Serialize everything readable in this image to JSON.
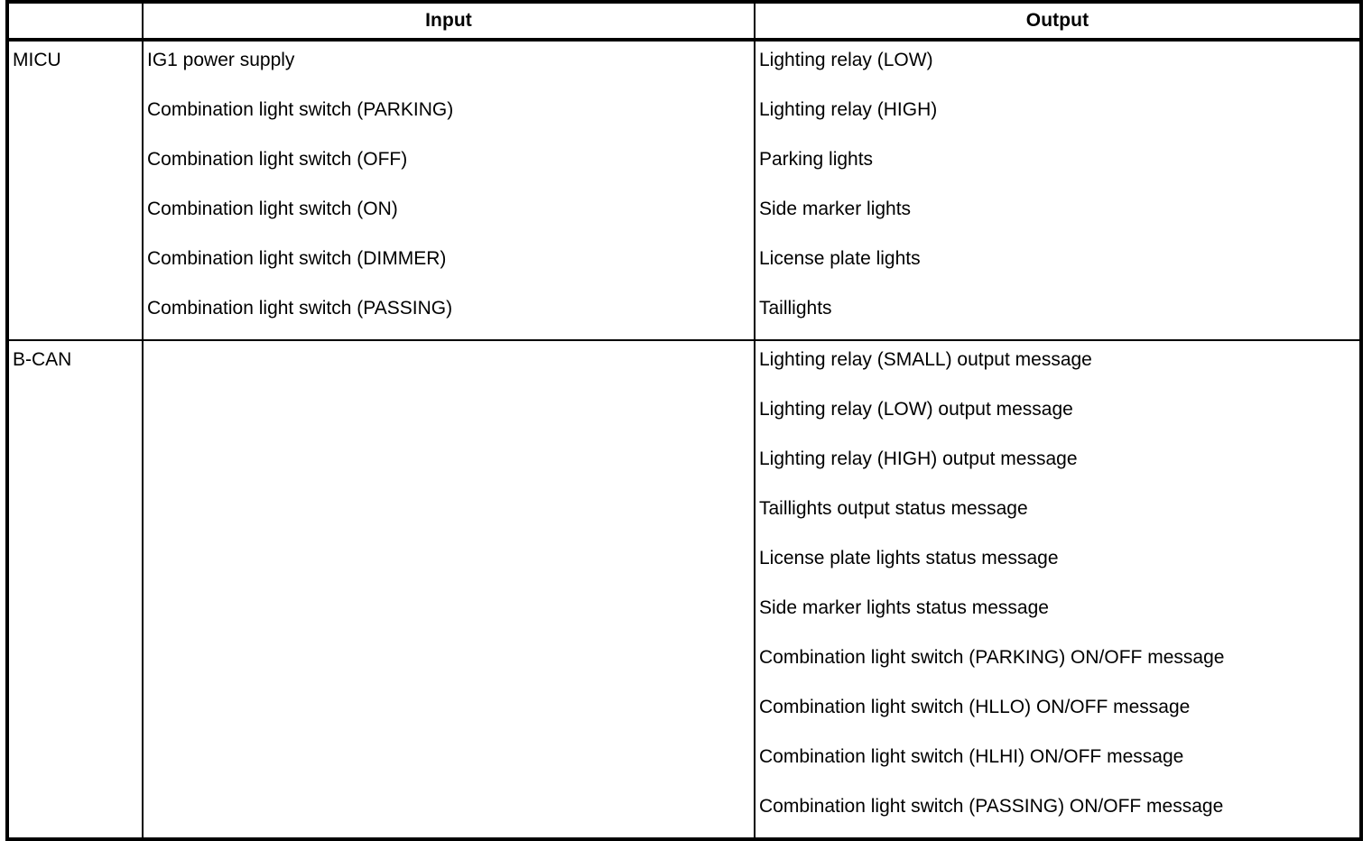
{
  "table": {
    "columns": [
      {
        "key": "module",
        "label": ""
      },
      {
        "key": "input",
        "label": "Input"
      },
      {
        "key": "output",
        "label": "Output"
      }
    ],
    "rows": [
      {
        "module": "MICU",
        "input": [
          "IG1 power supply",
          "Combination light switch (PARKING)",
          "Combination light switch (OFF)",
          "Combination light switch (ON)",
          "Combination light switch (DIMMER)",
          "Combination light switch (PASSING)"
        ],
        "output": [
          "Lighting relay (LOW)",
          "Lighting relay (HIGH)",
          "Parking lights",
          "Side marker lights",
          "License plate lights",
          "Taillights"
        ]
      },
      {
        "module": "B-CAN",
        "input": [],
        "output": [
          "Lighting relay (SMALL) output message",
          "Lighting relay (LOW) output message",
          "Lighting relay (HIGH) output message",
          "Taillights output status message",
          "License plate lights status message",
          "Side marker lights status message",
          "Combination light switch (PARKING) ON/OFF message",
          "Combination light switch (HLLO) ON/OFF message",
          "Combination light switch (HLHI) ON/OFF message",
          "Combination light switch (PASSING) ON/OFF message"
        ]
      }
    ]
  },
  "colors": {
    "text": "#000000",
    "background": "#ffffff",
    "border": "#000000"
  }
}
